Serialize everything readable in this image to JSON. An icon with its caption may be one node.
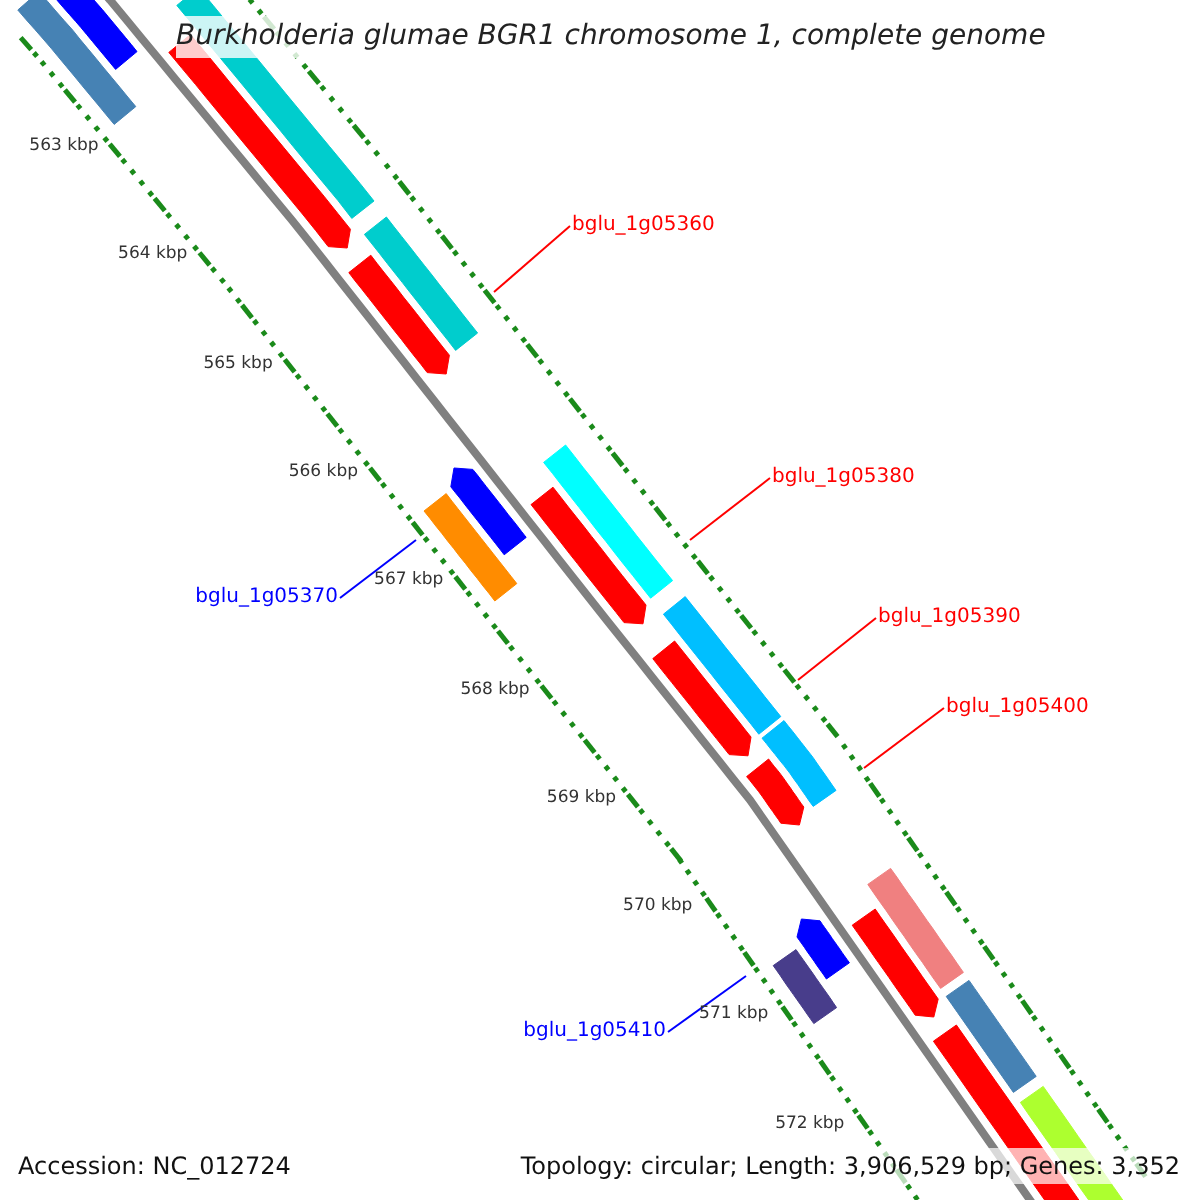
{
  "diagram": {
    "title": "Burkholderia glumae BGR1 chromosome 1, complete genome",
    "nodes": [
      {
        "text": [
          "bglu_1g05360"
        ]
      },
      {
        "text": [
          "bglu_1g05370"
        ]
      },
      {
        "text": [
          "bglu_1g05380"
        ]
      },
      {
        "text": [
          "bglu_1g05390"
        ]
      },
      {
        "text": [
          "bglu_1g05400"
        ]
      },
      {
        "text": [
          "bglu_1g05410"
        ]
      }
    ],
    "edges": [
      {
        "from": 0,
        "to": null,
        "arrow": "none",
        "color": "#ff0000"
      },
      {
        "from": 1,
        "to": null,
        "arrow": "none",
        "color": "#0000ff"
      },
      {
        "from": 2,
        "to": null,
        "arrow": "none",
        "color": "#ff0000"
      },
      {
        "from": 3,
        "to": null,
        "arrow": "none",
        "color": "#ff0000"
      },
      {
        "from": 4,
        "to": null,
        "arrow": "none",
        "color": "#ff0000"
      },
      {
        "from": 5,
        "to": null,
        "arrow": "none",
        "color": "#0000ff"
      }
    ],
    "labels": [
      "563 kbp",
      "564 kbp",
      "565 kbp",
      "566 kbp",
      "567 kbp",
      "568 kbp",
      "569 kbp",
      "570 kbp",
      "571 kbp",
      "572 kbp",
      "Accession: NC_012724",
      "Topology: circular; Length: 3,906,529 bp; Genes: 3,352"
    ]
  }
}
